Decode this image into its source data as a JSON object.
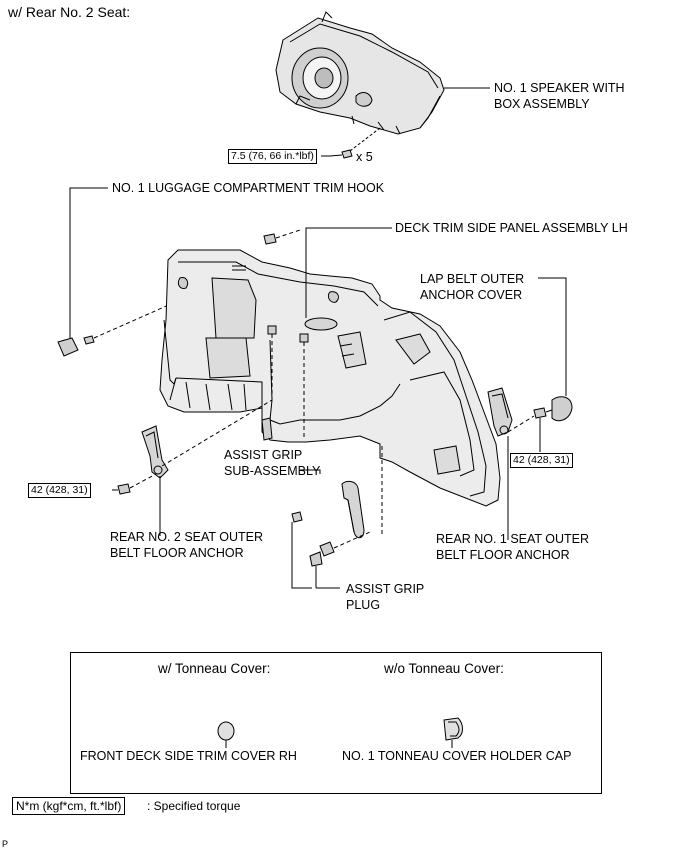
{
  "header": {
    "variant": "w/ Rear No. 2 Seat:"
  },
  "labels": {
    "speaker_line1": "NO. 1 SPEAKER WITH",
    "speaker_line2": "BOX ASSEMBLY",
    "trim_hook": "NO. 1 LUGGAGE COMPARTMENT TRIM HOOK",
    "deck_trim": "DECK TRIM SIDE PANEL ASSEMBLY LH",
    "lap_belt_line1": "LAP BELT OUTER",
    "lap_belt_line2": "ANCHOR COVER",
    "assist_grip_line1": "ASSIST GRIP",
    "assist_grip_line2": "SUB-ASSEMBLY",
    "rear2_line1": "REAR NO. 2 SEAT OUTER",
    "rear2_line2": "BELT FLOOR ANCHOR",
    "rear1_line1": "REAR NO. 1 SEAT OUTER",
    "rear1_line2": "BELT FLOOR ANCHOR",
    "grip_plug_line1": "ASSIST GRIP",
    "grip_plug_line2": "PLUG"
  },
  "torques": {
    "speaker": "7.5 (76, 66 in.*lbf)",
    "speaker_qty": "x 5",
    "left_anchor": "42 (428, 31)",
    "right_anchor": "42 (428, 31)"
  },
  "legend": {
    "with_tonneau": "w/ Tonneau Cover:",
    "without_tonneau": "w/o Tonneau Cover:",
    "front_cover": "FRONT DECK SIDE TRIM COVER RH",
    "holder_cap": "NO. 1 TONNEAU COVER HOLDER CAP"
  },
  "key": {
    "units": "N*m (kgf*cm, ft.*lbf)",
    "meaning": ": Specified torque"
  },
  "corner_mark": "P"
}
